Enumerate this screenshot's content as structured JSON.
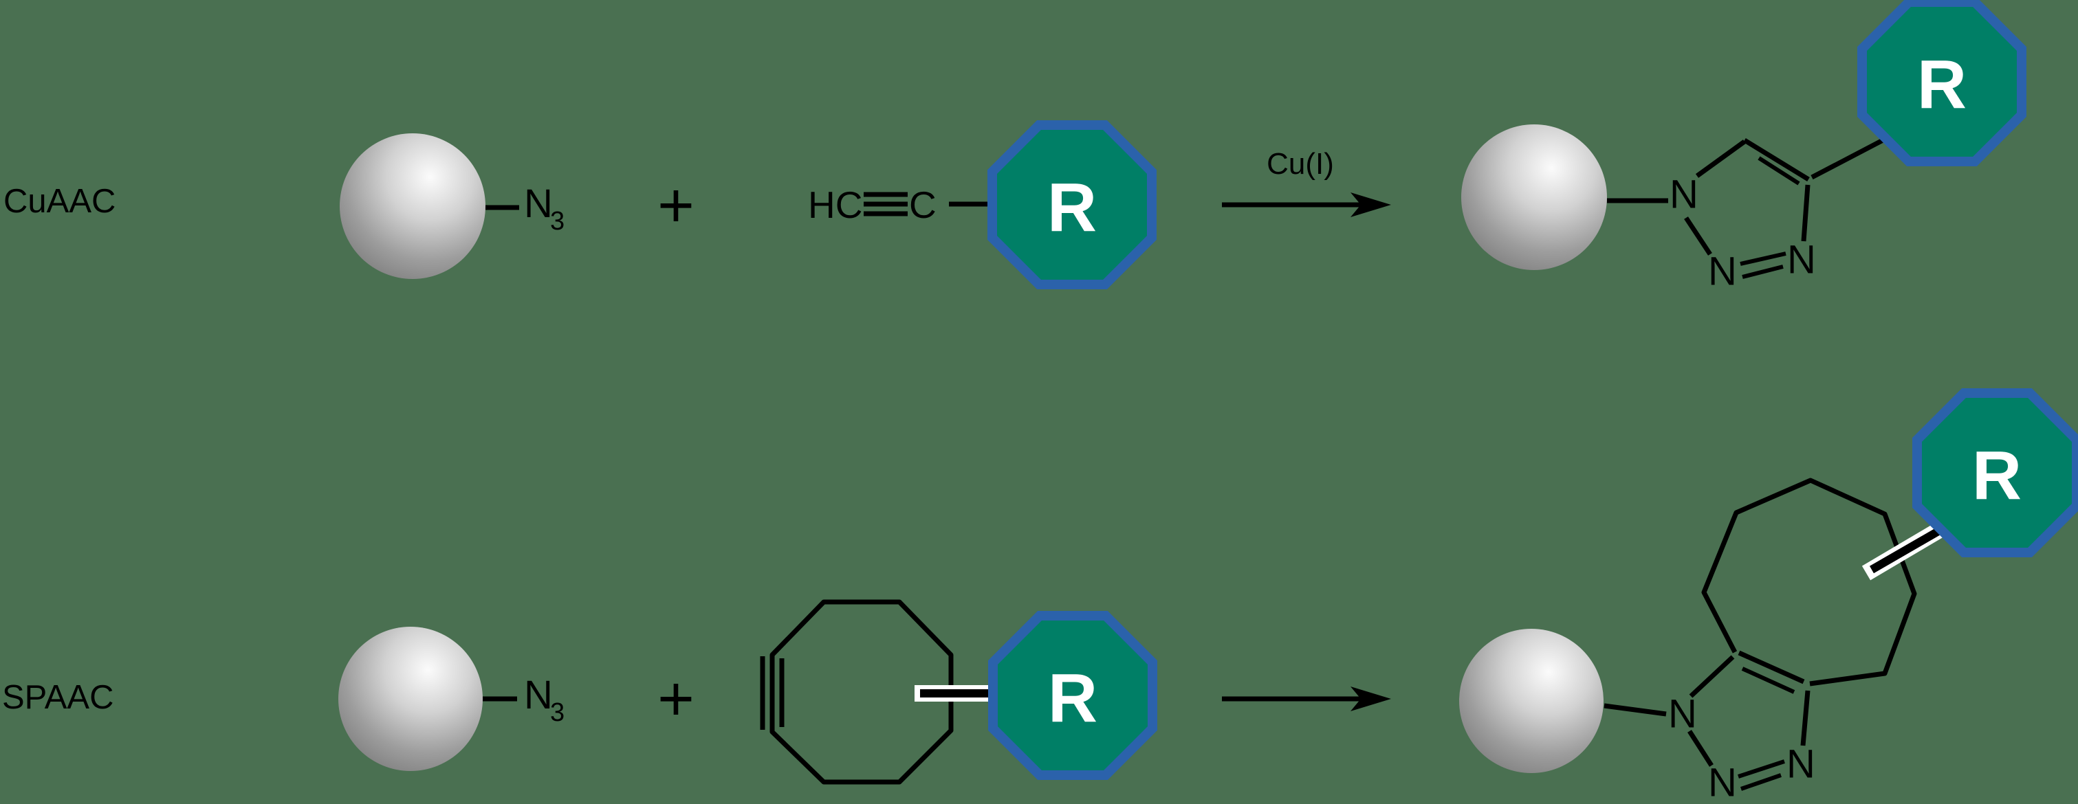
{
  "colors": {
    "background": "#4a7051",
    "line": "#000000",
    "octagon_fill": "#007f66",
    "octagon_border": "#2b62ab",
    "r_text": "#ffffff",
    "halo": "#ffffff"
  },
  "labels": {
    "row1_name": "CuAAC",
    "row2_name": "SPAAC",
    "catalyst": "Cu(I)",
    "plus": "+",
    "nitrogen": "N",
    "azide_subscript": "3",
    "alkyne_hc": "HC",
    "alkyne_c": "C",
    "r_group": "R"
  }
}
